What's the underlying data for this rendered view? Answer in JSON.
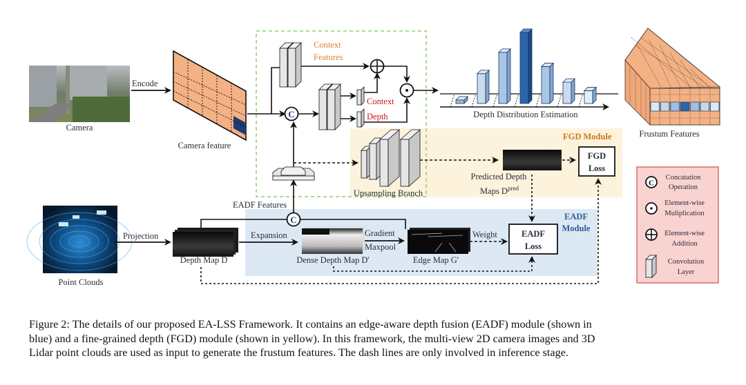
{
  "figure": {
    "inputs": {
      "camera_label": "Camera",
      "point_clouds_label": "Point Clouds"
    },
    "edges": {
      "encode": "Encode",
      "projection": "Projection",
      "expansion": "Expansion",
      "gradient": "Gradient",
      "maxpool": "Maxpool",
      "weight": "Weight"
    },
    "nodes": {
      "camera_feature": "Camera feature",
      "context_features_line1": "Context",
      "context_features_line2": "Features",
      "context": "Context",
      "depth": "Depth",
      "depth_distribution": "Depth Distribution Estimation",
      "frustum_features": "Frustum Features",
      "upsampling_branch": "Upsampling Branch",
      "predicted_depth_line1": "Predicted Depth",
      "predicted_depth_line2": "Maps D",
      "predicted_depth_sup": "pred",
      "eadf_features": "EADF Features",
      "depth_map": "Depth Map D",
      "dense_depth_map": "Dense Depth Map D'",
      "edge_map": "Edge Map G'",
      "concat_symbol": "C"
    },
    "modules": {
      "fgd_title": "FGD Module",
      "fgd_loss_line1": "FGD",
      "fgd_loss_line2": "Loss",
      "eadf_title_line1": "EADF",
      "eadf_title_line2": "Module",
      "eadf_loss_line1": "EADF",
      "eadf_loss_line2": "Loss"
    },
    "depth_bins": [
      0.05,
      0.42,
      0.72,
      1.0,
      0.52,
      0.3,
      0.18
    ],
    "legend": [
      {
        "symbol": "concat",
        "line1": "Concatation",
        "line2": "Operation"
      },
      {
        "symbol": "multiply",
        "line1": "Element-wise",
        "line2": "Muliplication"
      },
      {
        "symbol": "add",
        "line1": "Element-wise",
        "line2": "Addition"
      },
      {
        "symbol": "conv",
        "line1": "Convolution",
        "line2": "Layer"
      }
    ],
    "colors": {
      "feature_orange": "#f4b183",
      "feature_highlight": "#1f3b73",
      "fgd_bg": "#fdf3dc",
      "eadf_bg": "#dde8f5",
      "legend_bg": "#f9d3d0",
      "legend_border": "#c9504a",
      "green_dash": "#8ccf6e"
    }
  },
  "caption": {
    "line1": "Figure 2: The details of our proposed EA-LSS Framework. It contains an edge-aware depth fusion (EADF) module (shown in",
    "line2": "blue) and a fine-grained depth (FGD) module (shown in yellow). In this framework, the multi-view 2D camera images and 3D",
    "line3": "Lidar point clouds are used as input to generate the frustum features. The dash lines are only involved in inference stage."
  }
}
